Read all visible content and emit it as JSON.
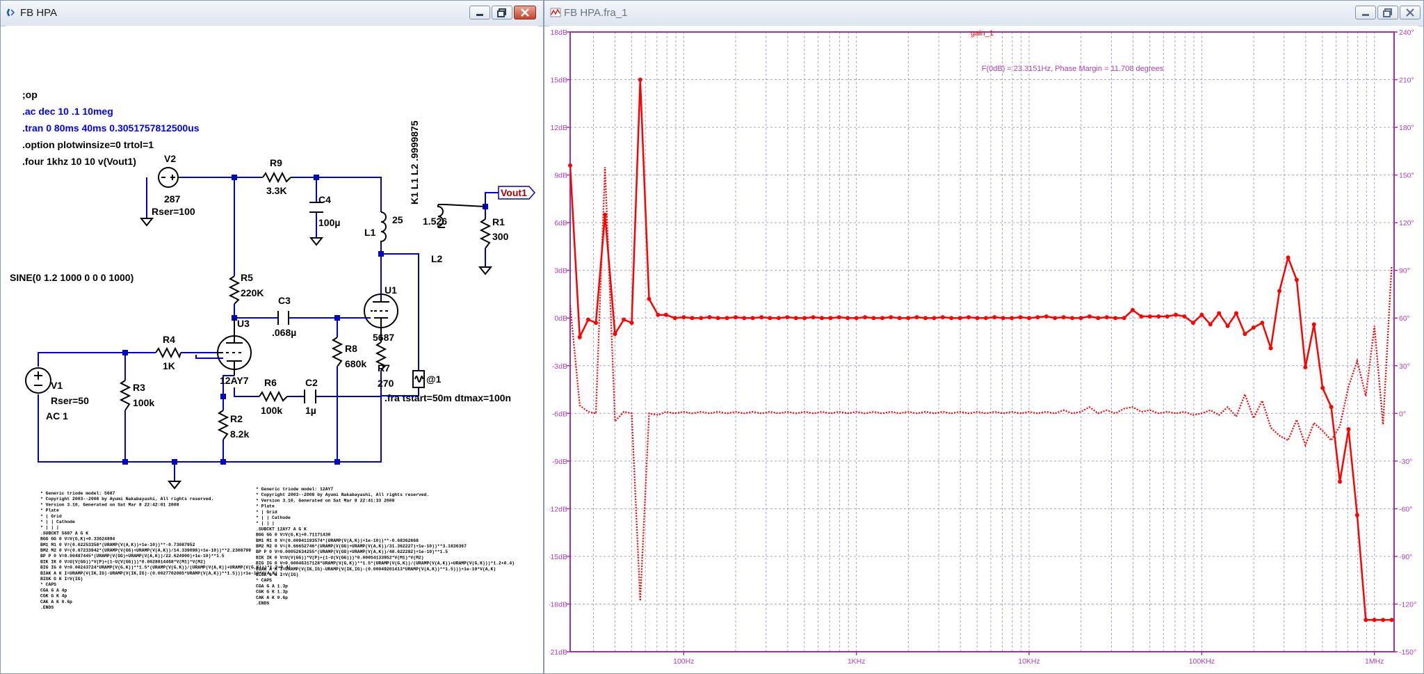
{
  "schematic_window": {
    "title": "FB HPA",
    "directives": [
      {
        "text": ";op",
        "color": "#000000"
      },
      {
        "text": ".ac dec 10 .1 10meg",
        "color": "#0000ff"
      },
      {
        "text": ".tran 0 80ms 40ms 0.3051757812500us",
        "color": "#0000ff"
      },
      {
        "text": ".option plotwinsize=0 trtol=1",
        "color": "#000000"
      },
      {
        "text": ".four 1khz 10 10 v(Vout1)",
        "color": "#000000"
      }
    ],
    "sine_source_text": "SINE(0 1.2 1000 0 0 0 1000)",
    "fra_directive": ".fra tstart=50m dtmax=100n",
    "coupling_directive": "K1 L1 L2 .9999875",
    "components": {
      "V2": {
        "name": "V2",
        "value": "287",
        "extra": "Rser=100"
      },
      "V1": {
        "name": "V1",
        "extra": "Rser=50",
        "ac": "AC 1"
      },
      "R9": {
        "name": "R9",
        "value": "3.3K"
      },
      "C4": {
        "name": "C4",
        "value": "100µ"
      },
      "L1": {
        "name": "L1",
        "value": "25"
      },
      "L2": {
        "name": "L2",
        "value": "1.526"
      },
      "R1": {
        "name": "R1",
        "value": "300"
      },
      "R5": {
        "name": "R5",
        "value": "220K"
      },
      "C3": {
        "name": "C3",
        "value": ".068µ"
      },
      "U1": {
        "name": "U1",
        "value": "5687"
      },
      "U3": {
        "name": "U3",
        "value": "12AY7"
      },
      "R4": {
        "name": "R4",
        "value": "1K"
      },
      "R3": {
        "name": "R3",
        "value": "100k"
      },
      "R8": {
        "name": "R8",
        "value": "680k"
      },
      "R7": {
        "name": "R7",
        "value": "270"
      },
      "R6": {
        "name": "R6",
        "value": "100k"
      },
      "C2": {
        "name": "C2",
        "value": "1µ"
      },
      "R2": {
        "name": "R2",
        "value": "8.2k"
      },
      "probe": {
        "name": "@1"
      }
    },
    "net_label": "Vout1",
    "netlist_5687": [
      "* Generic triode model: 5687",
      "* Copyright 2003--2008 by Ayumi Nakabayashi, All rights reserved.",
      "* Version 3.10, Generated on Sat Mar  8 22:42:01 2008",
      "*           Plate",
      "*           | Grid",
      "*           | | Cathode",
      "*           | | |",
      ".SUBCKT 5687 A G K",
      "BGG   GG  0 V=V(G,K)+0.33624894",
      "BM1   M1  0 V=(0.02253358*(URAMP(V(A,K))+1e-10))**-0.73087952",
      "BM2   M2  0 V=(0.67233942*(URAMP(V(GG)+URAMP(V(A,K))/14.339098)+1e-10))**2.2308799",
      "BP    P   0 V=0.00487445*(URAMP(V(GG)+URAMP(V(A,K))/22.624900)+1e-10)**1.5",
      "BIK   IK  0 V=U(V(GG))*V(P)+(1-U(V(GG)))*0.0028814468*V(M1)*V(M2)",
      "BIG   IG  0 V=0.00243724*URAMP(V(G,K))**1.5*(URAMP(V(G,K))/(URAMP(V(A,K))+URAMP(V(G,K)))*1.2+0.4)",
      "BIAK  A   K I=URAMP(V(IK,IG)-URAMP(V(IK,IG)-(0.0027702085*URAMP(V(A,K))**1.5)))+1e-10*V(A,K)",
      "BIGK  G   K I=V(IG)",
      "* CAPS",
      "CGA   G   A  4p",
      "CGK   G   K  4p",
      "CAK   A   K  0.6p",
      ".ENDS"
    ],
    "netlist_12ay7": [
      "* Generic triode model: 12AY7",
      "* Copyright 2003--2008 by Ayumi Nakabayashi, All rights reserved.",
      "* Version 3.10, Generated on Sat Mar  8 22:41:33 2008",
      "*           Plate",
      "*           | Grid",
      "*           | | Cathode",
      "*           | | |",
      ".SUBCKT 12AY7 A G K",
      "BGG   GG  0 V=V(G,K)+0.71171430",
      "BM1   M1  0 V=(0.00941193574*(URAMP(V(A,K))+1e-10))**-0.68362668",
      "BM2   M2  0 V=(0.66652746*(URAMP(V(GG)+URAMP(V(A,K))/31.362227)+1e-10))**3.1836367",
      "BP    P   0 V=0.00052634255*(URAMP(V(GG)+URAMP(V(A,K))/48.622282)+1e-10)**1.5",
      "BIK   IK  0 V=U(V(GG))*V(P)+(1-U(V(GG)))*0.00054133952*V(M1)*V(M2)",
      "BIG   IG  0 V=0.00046317128*URAMP(V(G,K))**1.5*(URAMP(V(G,K))/(URAMP(V(A,K))+URAMP(V(G,K)))*1.2+0.4)",
      "BIAK  A   K I=URAMP(V(IK,IG)-URAMP(V(IK,IG)-(0.00049201413*URAMP(V(A,K))**1.5)))+1e-10*V(A,K)",
      "BIGK  G   K I=V(IG)",
      "* CAPS",
      "CGA   G   A  1.3p",
      "CGK   G   K  1.3p",
      "CAK   A   K  0.6p",
      ".ENDS"
    ]
  },
  "plot_window": {
    "title": "FB HPA.fra_1",
    "colors": {
      "trace": "#ff0000",
      "axis": "#a030a0",
      "grid": "#a0a0c8",
      "label": "#b040b0"
    }
  },
  "chart_data": {
    "type": "line",
    "title": "gain_1",
    "annotation": "F(0dB) = 23.3151Hz, Phase Margin = 11.708 degrees",
    "x_scale": "log",
    "xlim": [
      22,
      1300000
    ],
    "x_ticks": [
      {
        "value": 100,
        "label": "100Hz"
      },
      {
        "value": 1000,
        "label": "1KHz"
      },
      {
        "value": 10000,
        "label": "10KHz"
      },
      {
        "value": 100000,
        "label": "100KHz"
      },
      {
        "value": 1000000,
        "label": "1MHz"
      }
    ],
    "y_left": {
      "unit": "dB",
      "ylim": [
        -21,
        18
      ],
      "ticks": [
        "18dB",
        "15dB",
        "12dB",
        "9dB",
        "6dB",
        "3dB",
        "0dB",
        "-3dB",
        "-6dB",
        "-9dB",
        "-12dB",
        "-15dB",
        "-18dB",
        "-21dB"
      ]
    },
    "y_right": {
      "unit": "°",
      "ylim": [
        -150,
        240
      ],
      "ticks": [
        "240°",
        "210°",
        "180°",
        "150°",
        "120°",
        "90°",
        "60°",
        "30°",
        "0°",
        "-30°",
        "-60°",
        "-90°",
        "-120°",
        "-150°"
      ]
    },
    "series": [
      {
        "style": "solid",
        "axis": "left",
        "x": [
          22,
          25,
          28,
          31,
          35,
          40,
          45,
          50,
          56,
          63,
          71,
          79,
          89,
          100,
          112,
          126,
          141,
          158,
          178,
          200,
          224,
          251,
          282,
          316,
          355,
          398,
          447,
          501,
          562,
          631,
          708,
          794,
          891,
          1000,
          1122,
          1259,
          1413,
          1585,
          1778,
          1995,
          2239,
          2512,
          2818,
          3162,
          3548,
          3981,
          4467,
          5012,
          5623,
          6310,
          7079,
          7943,
          8913,
          10000,
          11220,
          12589,
          14125,
          15849,
          17783,
          19953,
          22387,
          25119,
          28184,
          31623,
          35481,
          39811,
          44668,
          50119,
          56234,
          63096,
          70795,
          79433,
          89125,
          100000,
          112202,
          125893,
          141254,
          158489,
          177828,
          199526,
          223872,
          251189,
          281838,
          316228,
          354813,
          398107,
          446684,
          501187,
          562341,
          630957,
          707946,
          794328,
          891251,
          1000000,
          1122018,
          1258925
        ],
        "y": [
          9.6,
          -1.2,
          -0.1,
          -0.3,
          6.5,
          -1.0,
          -0.1,
          -0.3,
          15.0,
          1.2,
          0.2,
          0.2,
          0.0,
          0.05,
          0.0,
          0.0,
          0.05,
          0.0,
          0.0,
          0.05,
          0.0,
          0.0,
          0.05,
          0.0,
          0.0,
          0.05,
          0.0,
          0.0,
          0.05,
          0.0,
          0.0,
          0.05,
          0.0,
          0.0,
          0.05,
          0.0,
          0.0,
          0.05,
          0.0,
          0.0,
          0.05,
          0.0,
          0.0,
          0.05,
          0.0,
          0.0,
          0.05,
          0.0,
          0.0,
          0.05,
          0.0,
          0.0,
          0.05,
          0.0,
          0.05,
          0.1,
          0.0,
          0.05,
          0.0,
          0.0,
          0.1,
          0.0,
          0.05,
          0.0,
          0.0,
          0.5,
          0.1,
          0.1,
          0.1,
          0.1,
          0.2,
          0.1,
          -0.3,
          0.2,
          -0.4,
          0.3,
          -0.5,
          0.3,
          -1.0,
          -0.6,
          -0.3,
          -1.9,
          1.7,
          3.8,
          2.4,
          -3.1,
          -0.4,
          -4.4,
          -5.6,
          -10.3,
          -7.0,
          -12.4,
          -19.0,
          -19.0,
          -19.0,
          -19.0
        ]
      },
      {
        "style": "dotted",
        "axis": "right",
        "x": [
          22,
          25,
          28,
          31,
          35,
          40,
          45,
          50,
          56,
          63,
          71,
          79,
          89,
          100,
          112,
          126,
          141,
          158,
          178,
          200,
          224,
          251,
          282,
          316,
          355,
          398,
          447,
          501,
          562,
          631,
          708,
          794,
          891,
          1000,
          1122,
          1259,
          1413,
          1585,
          1778,
          1995,
          2239,
          2512,
          2818,
          3162,
          3548,
          3981,
          4467,
          5012,
          5623,
          6310,
          7079,
          7943,
          8913,
          10000,
          11220,
          12589,
          14125,
          15849,
          17783,
          19953,
          22387,
          25119,
          28184,
          31623,
          35481,
          39811,
          44668,
          50119,
          56234,
          63096,
          70795,
          79433,
          89125,
          100000,
          112202,
          125893,
          141254,
          158489,
          177828,
          199526,
          223872,
          251189,
          281838,
          316228,
          354813,
          398107,
          446684,
          501187,
          562341,
          630957,
          707946,
          794328,
          891251,
          1000000,
          1122018,
          1258925
        ],
        "y": [
          68,
          5,
          1,
          0,
          155,
          -5,
          1,
          0,
          -118,
          0,
          -1,
          1,
          0,
          1,
          0,
          1,
          0,
          1,
          0,
          1,
          0,
          1,
          0,
          1,
          0,
          1,
          0,
          1,
          0,
          1,
          0,
          1,
          0,
          1,
          0,
          1,
          0,
          1,
          0,
          1,
          0,
          1,
          0,
          1,
          0,
          1,
          0,
          1,
          0,
          1,
          0,
          1,
          0,
          1,
          0,
          1,
          0,
          2,
          0,
          1,
          4,
          0,
          2,
          0,
          3,
          4,
          1,
          2,
          0,
          1,
          0,
          1,
          -1,
          0,
          2,
          -1,
          4,
          -2,
          12,
          -3,
          8,
          -9,
          -14,
          -17,
          -4,
          -20,
          -6,
          -11,
          -17,
          -8,
          17,
          33,
          11,
          55,
          -7,
          93
        ]
      }
    ]
  }
}
